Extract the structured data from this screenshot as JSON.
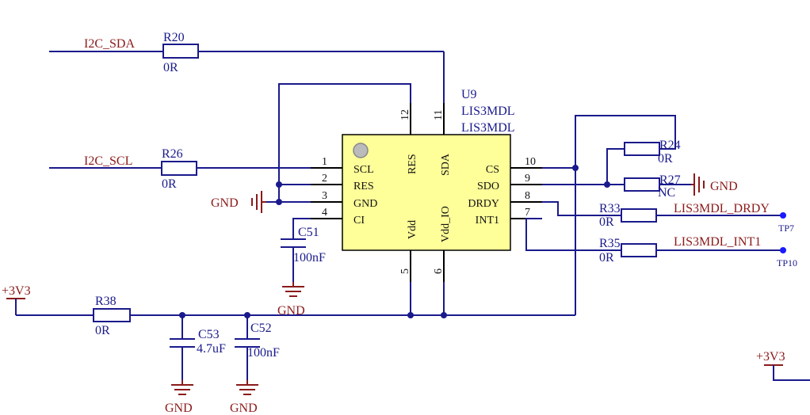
{
  "nets": {
    "i2c_sda": "I2C_SDA",
    "i2c_scl": "I2C_SCL",
    "gnd": "GND",
    "v33": "+3V3",
    "drdy": "LIS3MDL_DRDY",
    "int1": "LIS3MDL_INT1"
  },
  "chip": {
    "ref": "U9",
    "value1": "LIS3MDL",
    "value2": "LIS3MDL",
    "pins_left": [
      "SCL",
      "RES",
      "GND",
      "CI"
    ],
    "pins_left_nums": [
      "1",
      "2",
      "3",
      "4"
    ],
    "pins_right": [
      "CS",
      "SDO",
      "DRDY",
      "INT1"
    ],
    "pins_right_nums": [
      "10",
      "9",
      "8",
      "7"
    ],
    "pins_top": [
      "RES",
      "SDA"
    ],
    "pins_top_nums": [
      "12",
      "11"
    ],
    "pins_bottom": [
      "Vdd",
      "Vdd_IO"
    ],
    "pins_bottom_nums": [
      "5",
      "6"
    ],
    "body_color": "#ffff99"
  },
  "components": {
    "r20": {
      "ref": "R20",
      "value": "0R"
    },
    "r26": {
      "ref": "R26",
      "value": "0R"
    },
    "r24": {
      "ref": "R24",
      "value": "0R"
    },
    "r27": {
      "ref": "R27",
      "value": "NC"
    },
    "r33": {
      "ref": "R33",
      "value": "0R"
    },
    "r35": {
      "ref": "R35",
      "value": "0R"
    },
    "r38": {
      "ref": "R38",
      "value": "0R"
    },
    "c51": {
      "ref": "C51",
      "value": "100nF"
    },
    "c53": {
      "ref": "C53",
      "value": "4.7uF"
    },
    "c52": {
      "ref": "C52",
      "value": "100nF"
    }
  },
  "test_points": {
    "tp7": "TP7",
    "tp10": "TP10"
  },
  "colors": {
    "wire": "#1a1a8c",
    "net_label": "#8b1a1a",
    "power": "#8b1a1a"
  }
}
